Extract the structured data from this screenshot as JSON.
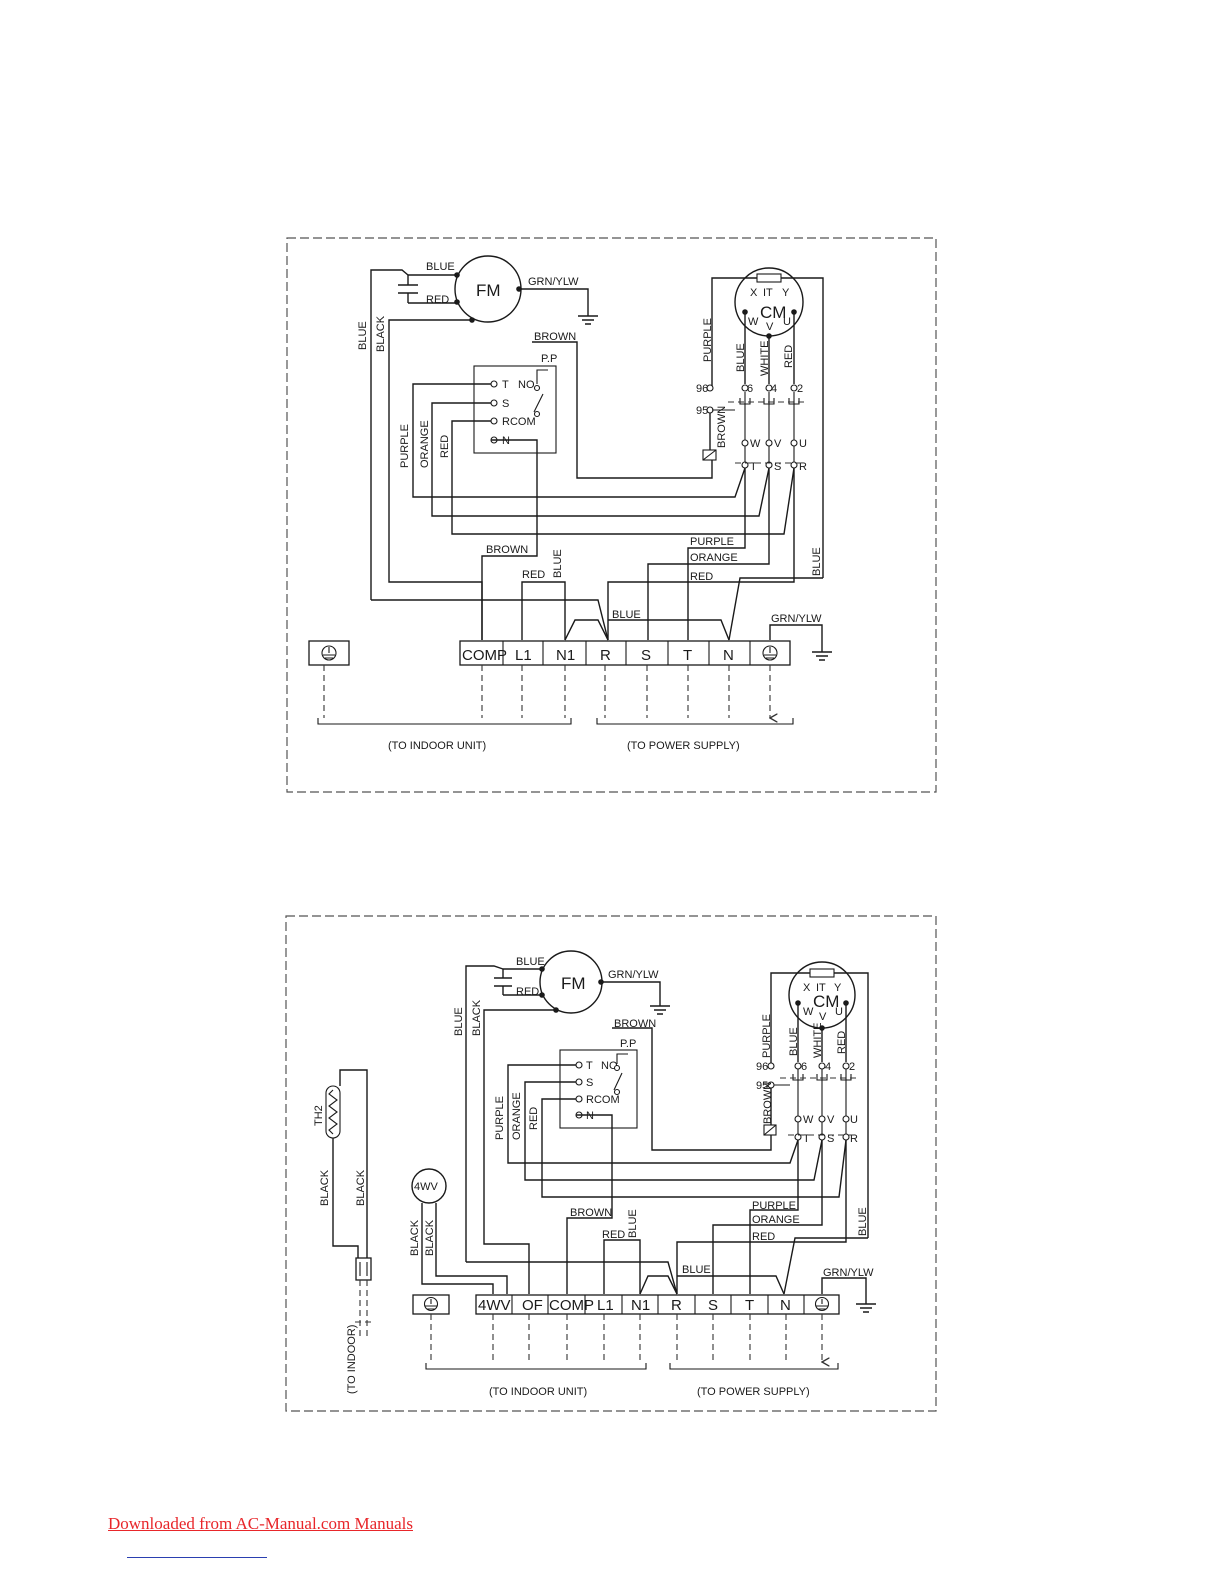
{
  "common": {
    "fm": "FM",
    "cm": "CM",
    "cm_top_x": "X",
    "cm_top_it": "IT",
    "cm_top_y": "Y",
    "cm_w": "W",
    "cm_v": "V",
    "cm_u": "U",
    "blue": "BLUE",
    "red": "RED",
    "black": "BLACK",
    "brown": "BROWN",
    "purple": "PURPLE",
    "orange": "ORANGE",
    "white": "WHITE",
    "grn_ylw": "GRN/YLW",
    "pp": "P.P",
    "pp_t": "T",
    "pp_s": "S",
    "pp_rcom": "RCOM",
    "pp_n": "N",
    "pp_no": "NO",
    "k_96": "96",
    "k_95": "95",
    "k_6": "6",
    "k_4": "4",
    "k_2": "2",
    "k_w": "W",
    "k_v": "V",
    "k_u": "U",
    "k_t": "T",
    "k_s": "S",
    "k_r": "R",
    "to_indoor_unit": "(TO INDOOR UNIT)",
    "to_power_supply": "(TO POWER SUPPLY)"
  },
  "diagram1": {
    "terminals": [
      "COMP",
      "L1",
      "N1",
      "R",
      "S",
      "T",
      "N"
    ]
  },
  "diagram2": {
    "terminals": [
      "4WV",
      "OF",
      "COMP",
      "L1",
      "N1",
      "R",
      "S",
      "T",
      "N"
    ],
    "sensor": "TH2",
    "valve": "4WV",
    "to_indoor": "(TO INDOOR)"
  },
  "footer": {
    "link_text": "Downloaded from AC-Manual.com Manuals"
  }
}
